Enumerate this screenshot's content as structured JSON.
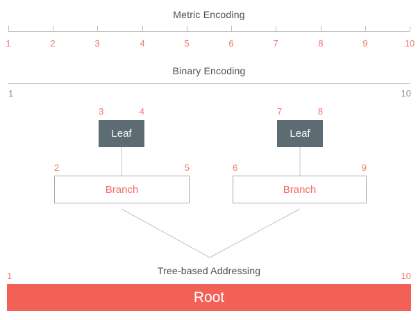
{
  "palette": {
    "accent_text": "#F4756B",
    "branch_text": "#F2685C",
    "root_bar": "#F16156",
    "leaf_box": "#5D6B73",
    "title_text": "#4B4B4B",
    "muted_text": "#8E8E8E",
    "line": "#BDBDBD"
  },
  "metric": {
    "title": "Metric Encoding",
    "labels": [
      "1",
      "2",
      "3",
      "4",
      "5",
      "6",
      "7",
      "8",
      "9",
      "10"
    ]
  },
  "binary": {
    "title": "Binary Encoding",
    "start_label": "1",
    "end_label": "10"
  },
  "tree": {
    "title": "Tree-based Addressing",
    "left_leaf": {
      "label": "Leaf",
      "start": "3",
      "end": "4"
    },
    "right_leaf": {
      "label": "Leaf",
      "start": "7",
      "end": "8"
    },
    "left_branch": {
      "label": "Branch",
      "start": "2",
      "end": "5"
    },
    "right_branch": {
      "label": "Branch",
      "start": "6",
      "end": "9"
    },
    "root": {
      "label": "Root",
      "start": "1",
      "end": "10"
    }
  }
}
